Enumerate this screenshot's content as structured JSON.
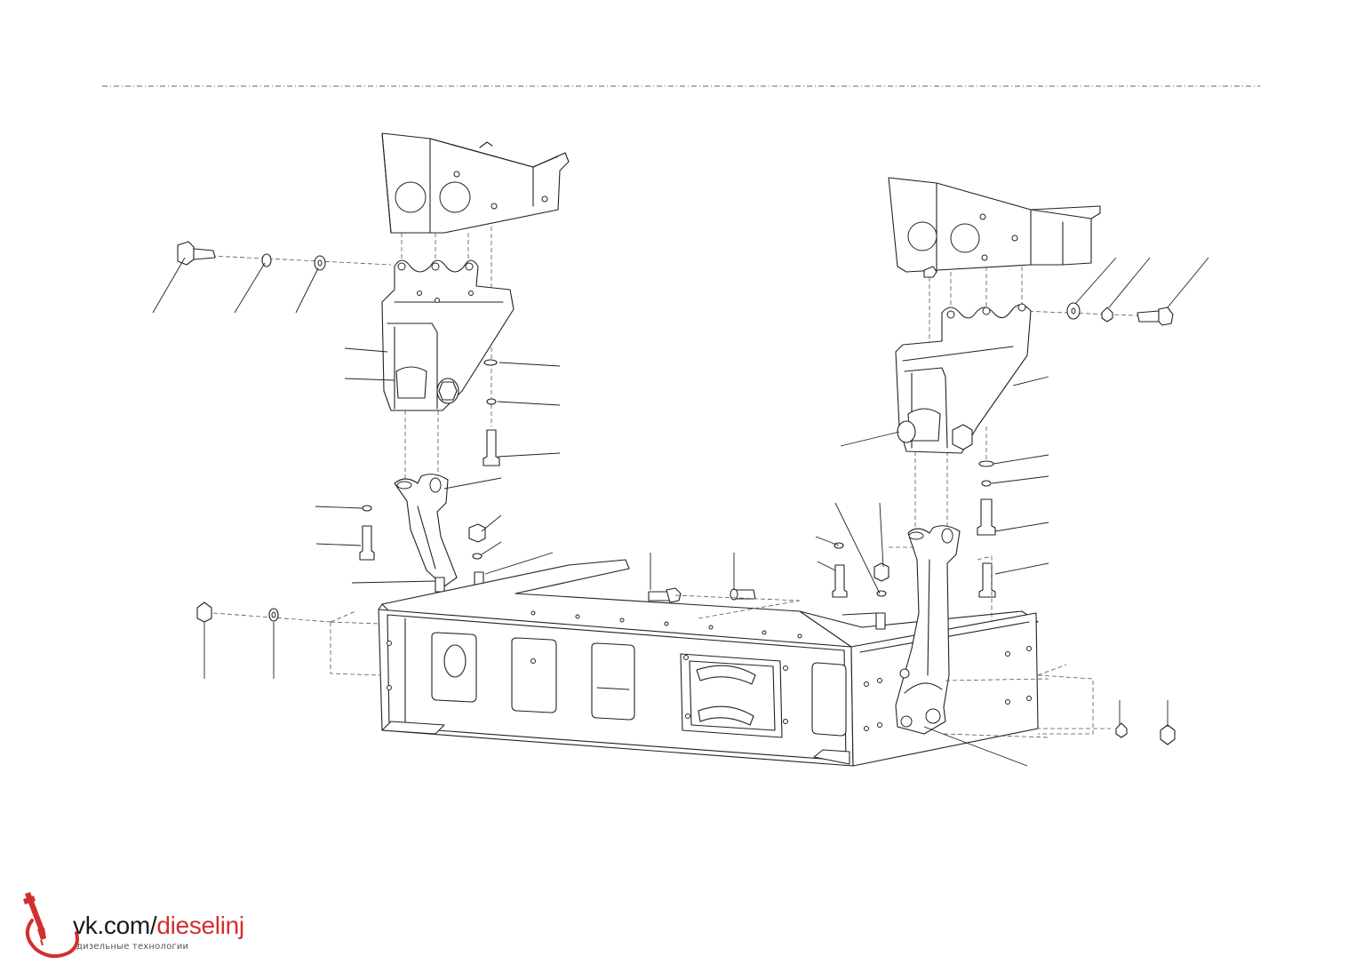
{
  "logo": {
    "prefix": "vk.com/",
    "name": "dieselinj",
    "subtitle": "дизельные технологии",
    "accent_color": "#d32f2f",
    "icon": "injector-icon"
  },
  "colors": {
    "line": "#222222",
    "background": "#ffffff"
  }
}
